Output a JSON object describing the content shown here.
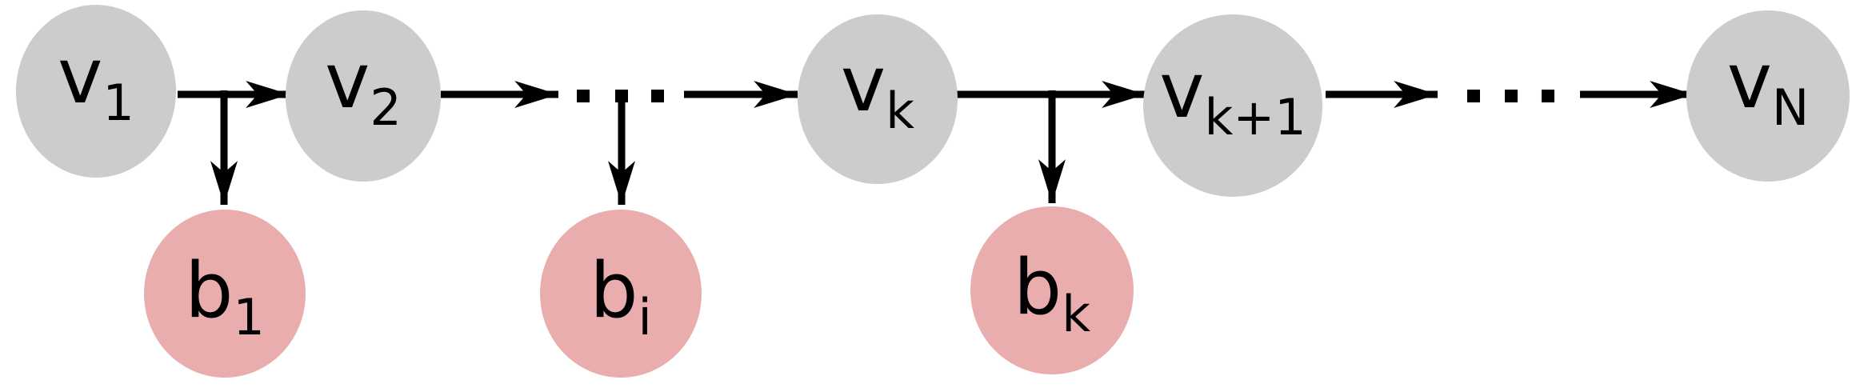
{
  "diagram": {
    "type": "graphical-model-chain",
    "background": "#ffffff",
    "colors": {
      "chain_node_fill": "#cccccc",
      "branch_node_fill": "#e9adad",
      "arrow": "#000000",
      "label_text": "#000000"
    },
    "chain_nodes": [
      {
        "id": "v1",
        "main": "v",
        "sub": "1"
      },
      {
        "id": "v2",
        "main": "v",
        "sub": "2"
      },
      {
        "id": "vk",
        "main": "v",
        "sub": "k"
      },
      {
        "id": "vk1",
        "main": "v",
        "sub": "k+1"
      },
      {
        "id": "vN",
        "main": "v",
        "sub": "N"
      }
    ],
    "branch_nodes": [
      {
        "id": "b1",
        "main": "b",
        "sub": "1"
      },
      {
        "id": "bi",
        "main": "b",
        "sub": "i"
      },
      {
        "id": "bk",
        "main": "b",
        "sub": "k"
      }
    ],
    "ellipsis_groups": [
      {
        "id": "ellipsis-1",
        "symbol": "...",
        "dot_count": 3,
        "position": "between v2 and vk"
      },
      {
        "id": "ellipsis-2",
        "symbol": "...",
        "dot_count": 3,
        "position": "between vk+1 and vN"
      }
    ],
    "edges": [
      {
        "from": "v1",
        "to": "v2"
      },
      {
        "from": "v1-v2-edge",
        "to": "b1",
        "style": "t-branch-down"
      },
      {
        "from": "v2",
        "to": "ellipsis-1"
      },
      {
        "from": "ellipsis-1",
        "to": "vk"
      },
      {
        "from": "ellipsis-1",
        "to": "bi",
        "style": "t-branch-down"
      },
      {
        "from": "vk",
        "to": "vk1"
      },
      {
        "from": "vk-vk1-edge",
        "to": "bk",
        "style": "t-branch-down"
      },
      {
        "from": "vk1",
        "to": "ellipsis-2"
      },
      {
        "from": "ellipsis-2",
        "to": "vN"
      }
    ]
  }
}
